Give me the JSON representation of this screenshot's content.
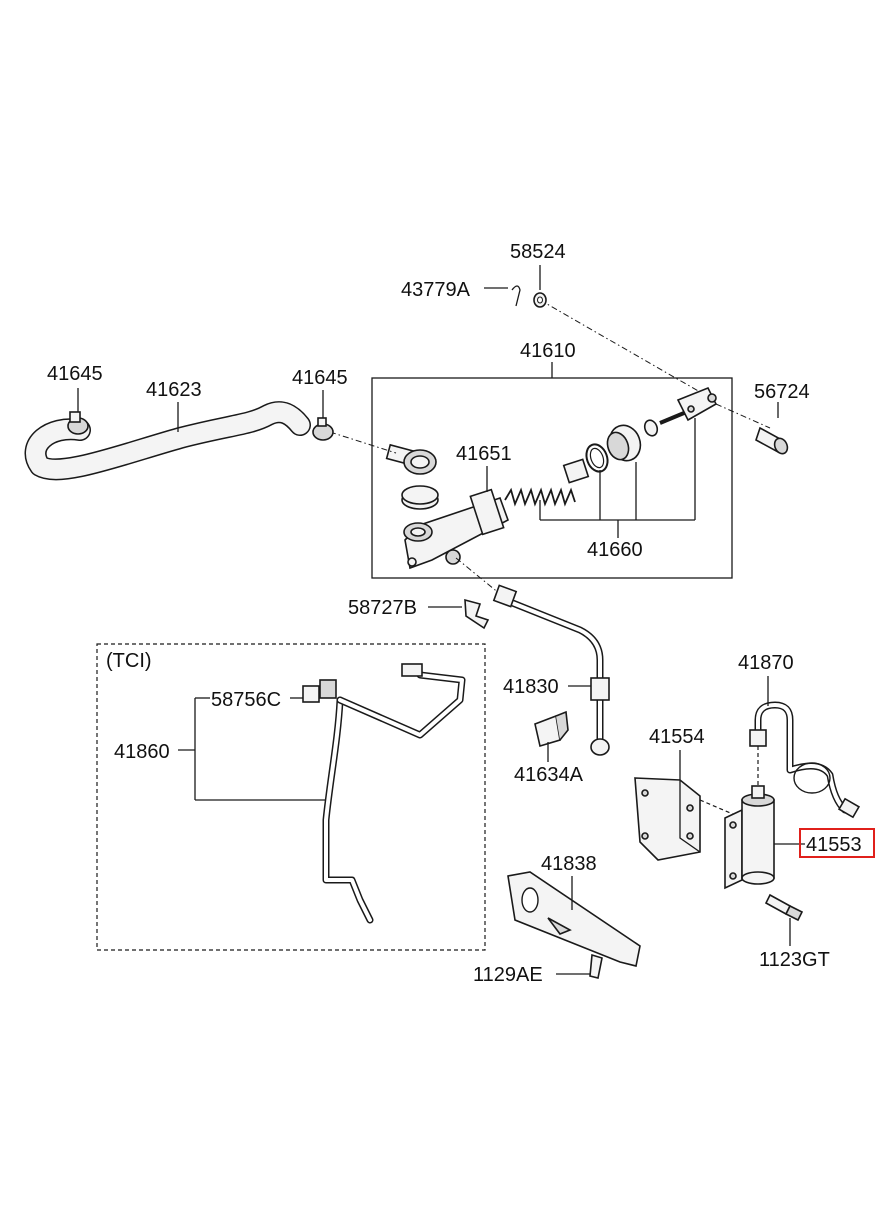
{
  "group_label": "(TCI)",
  "highlight_color": "#e0201b",
  "parts": {
    "p58524": "58524",
    "p43779A": "43779A",
    "p41610": "41610",
    "p41645_left": "41645",
    "p41623": "41623",
    "p41645_mid": "41645",
    "p56724": "56724",
    "p41651": "41651",
    "p41660": "41660",
    "p58727B": "58727B",
    "p58756C": "58756C",
    "p41860": "41860",
    "p41830": "41830",
    "p41870": "41870",
    "p41554": "41554",
    "p41634A": "41634A",
    "p41553": "41553",
    "p41838": "41838",
    "p1129AE": "1129AE",
    "p1123GT": "1123GT"
  }
}
